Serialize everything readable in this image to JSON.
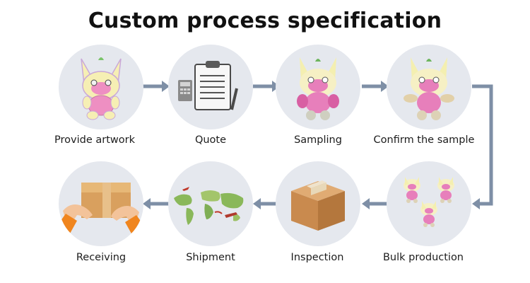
{
  "title": "Custom process specification",
  "steps": [
    {
      "label": "Provide artwork",
      "icon": "plush-artwork-icon"
    },
    {
      "label": "Quote",
      "icon": "clipboard-quote-icon"
    },
    {
      "label": "Sampling",
      "icon": "plush-sample-icon"
    },
    {
      "label": "Confirm the sample",
      "icon": "plush-confirm-icon"
    },
    {
      "label": "Bulk production",
      "icon": "plush-group-icon"
    },
    {
      "label": "Inspection",
      "icon": "cardboard-box-icon"
    },
    {
      "label": "Shipment",
      "icon": "world-map-icon"
    },
    {
      "label": "Receiving",
      "icon": "hands-package-icon"
    }
  ],
  "colors": {
    "circle": "#e5e8ee",
    "arrow": "#7e8fa6",
    "plush_pink": "#ee8fc2",
    "plush_yellow": "#f5ecb0",
    "box_brown": "#c98a4e"
  }
}
